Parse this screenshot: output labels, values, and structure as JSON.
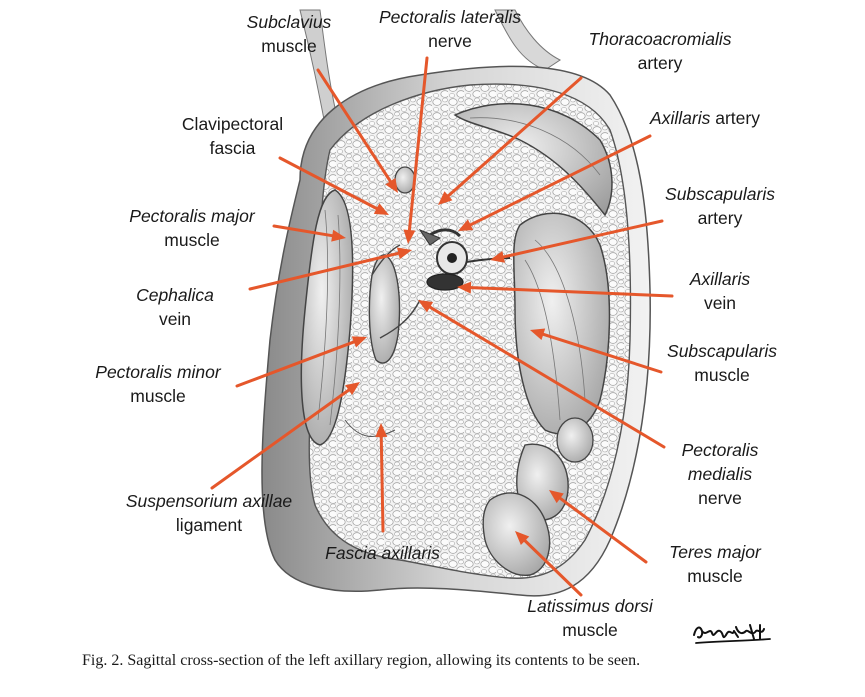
{
  "figure": {
    "labels": [
      {
        "id": "subclavius",
        "lines": [
          {
            "t": "Subclavius",
            "it": true
          },
          {
            "t": "muscle",
            "it": false
          }
        ]
      },
      {
        "id": "pectoralis-lateralis",
        "lines": [
          {
            "t": "Pectoralis lateralis",
            "it": true
          },
          {
            "t": "nerve",
            "it": false
          }
        ]
      },
      {
        "id": "thoracoacromialis",
        "lines": [
          {
            "t": "Thoracoacromialis",
            "it": true
          },
          {
            "t": "artery",
            "it": false
          }
        ]
      },
      {
        "id": "clavipectoral",
        "lines": [
          {
            "t": "Clavipectoral",
            "it": false
          },
          {
            "t": "fascia",
            "it": false
          }
        ]
      },
      {
        "id": "axillaris-artery",
        "lines": [
          {
            "t": "Axillaris",
            "it": true,
            "tail": " artery"
          }
        ]
      },
      {
        "id": "pectoralis-major",
        "lines": [
          {
            "t": "Pectoralis major",
            "it": true
          },
          {
            "t": "muscle",
            "it": false
          }
        ]
      },
      {
        "id": "subscapularis-artery",
        "lines": [
          {
            "t": "Subscapularis",
            "it": true
          },
          {
            "t": "artery",
            "it": false
          }
        ]
      },
      {
        "id": "cephalica",
        "lines": [
          {
            "t": "Cephalica",
            "it": true
          },
          {
            "t": "vein",
            "it": false
          }
        ]
      },
      {
        "id": "axillaris-vein",
        "lines": [
          {
            "t": "Axillaris",
            "it": true
          },
          {
            "t": "vein",
            "it": false
          }
        ]
      },
      {
        "id": "pectoralis-minor",
        "lines": [
          {
            "t": "Pectoralis minor",
            "it": true
          },
          {
            "t": "muscle",
            "it": false
          }
        ]
      },
      {
        "id": "subscapularis-muscle",
        "lines": [
          {
            "t": "Subscapularis",
            "it": true
          },
          {
            "t": "muscle",
            "it": false
          }
        ]
      },
      {
        "id": "pectoralis-medialis",
        "lines": [
          {
            "t": "Pectoralis",
            "it": true
          },
          {
            "t": "medialis",
            "it": true
          },
          {
            "t": "nerve",
            "it": false
          }
        ]
      },
      {
        "id": "suspensorium",
        "lines": [
          {
            "t": "Suspensorium axillae",
            "it": true
          },
          {
            "t": "ligament",
            "it": false
          }
        ]
      },
      {
        "id": "fascia-axillaris",
        "lines": [
          {
            "t": "Fascia axillaris",
            "it": true
          }
        ]
      },
      {
        "id": "teres-major",
        "lines": [
          {
            "t": "Teres major",
            "it": true
          },
          {
            "t": "muscle",
            "it": false
          }
        ]
      },
      {
        "id": "latissimus",
        "lines": [
          {
            "t": "Latissimus dorsi",
            "it": true
          },
          {
            "t": "muscle",
            "it": false
          }
        ]
      }
    ],
    "caption": "Fig. 2. Sagittal cross-section of the left axillary region, allowing its contents to be seen.",
    "signature": "Patrick",
    "arrow_color": "#e5572b"
  }
}
